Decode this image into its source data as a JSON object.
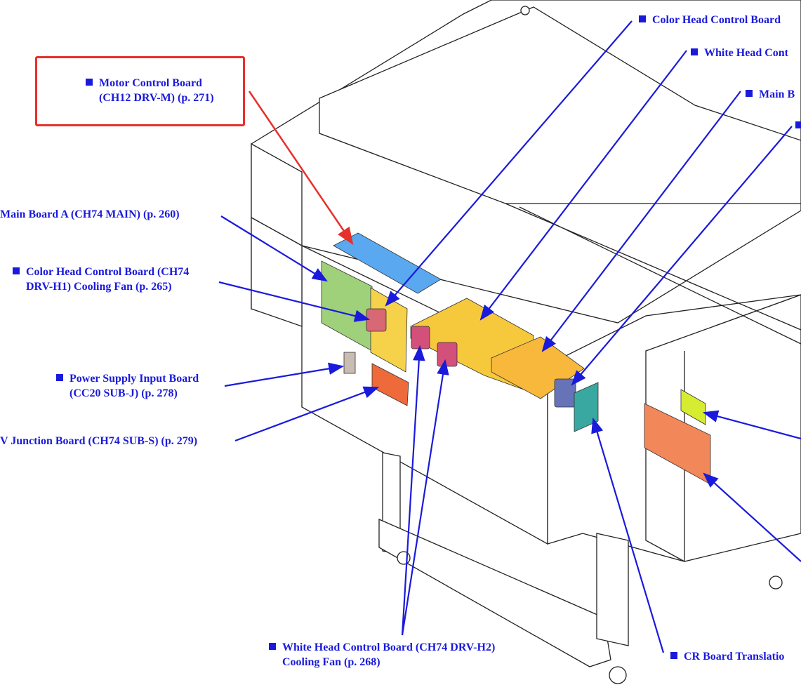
{
  "colors": {
    "label": "#1a1adc",
    "highlight": "#e8302a"
  },
  "labels": {
    "motor": {
      "line1": "Motor Control Board",
      "line2": "(CH12 DRV-M) (p. 271)"
    },
    "main_a": {
      "line1": "Main Board A (CH74 MAIN) (p. 260)"
    },
    "color_fan": {
      "line1": "Color Head Control Board (CH74",
      "line2": "DRV-H1) Cooling Fan (p. 265)"
    },
    "psu": {
      "line1": "Power Supply Input Board",
      "line2": "(CC20 SUB-J) (p. 278)"
    },
    "junction": {
      "line1": "V Junction Board (CH74 SUB-S) (p. 279)"
    },
    "white_fan": {
      "line1": "White Head Control Board (CH74 DRV-H2)",
      "line2": "Cooling Fan (p. 268)"
    },
    "cr": {
      "line1": "CR Board Translatio"
    },
    "color_head": {
      "line1": "Color Head Control Board"
    },
    "white_head": {
      "line1": "White Head Cont"
    },
    "main_b": {
      "line1": "Main B"
    }
  }
}
